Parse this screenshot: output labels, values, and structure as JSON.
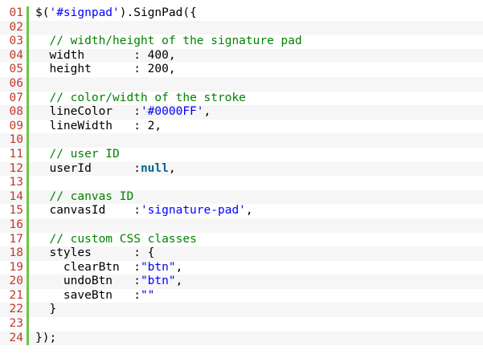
{
  "code": {
    "colors": {
      "line_number": "#c0392b",
      "gutter_bar": "#6cc644",
      "comment": "#008200",
      "string": "#0000ff",
      "keyword": "#006699",
      "alt_row": "#f6f6f6"
    },
    "lines": [
      {
        "number": "01",
        "tokens": [
          {
            "t": "plain",
            "v": "$("
          },
          {
            "t": "string",
            "v": "'#signpad'"
          },
          {
            "t": "plain",
            "v": ").SignPad({"
          }
        ]
      },
      {
        "number": "02",
        "tokens": []
      },
      {
        "number": "03",
        "tokens": [
          {
            "t": "plain",
            "v": "  "
          },
          {
            "t": "comment",
            "v": "// width/height of the signature pad"
          }
        ]
      },
      {
        "number": "04",
        "tokens": [
          {
            "t": "plain",
            "v": "  width       : 400,"
          }
        ]
      },
      {
        "number": "05",
        "tokens": [
          {
            "t": "plain",
            "v": "  height      : 200,"
          }
        ]
      },
      {
        "number": "06",
        "tokens": []
      },
      {
        "number": "07",
        "tokens": [
          {
            "t": "plain",
            "v": "  "
          },
          {
            "t": "comment",
            "v": "// color/width of the stroke"
          }
        ]
      },
      {
        "number": "08",
        "tokens": [
          {
            "t": "plain",
            "v": "  lineColor   :"
          },
          {
            "t": "string",
            "v": "'#0000FF'"
          },
          {
            "t": "plain",
            "v": ","
          }
        ]
      },
      {
        "number": "09",
        "tokens": [
          {
            "t": "plain",
            "v": "  lineWidth   : 2,"
          }
        ]
      },
      {
        "number": "10",
        "tokens": []
      },
      {
        "number": "11",
        "tokens": [
          {
            "t": "plain",
            "v": "  "
          },
          {
            "t": "comment",
            "v": "// user ID"
          }
        ]
      },
      {
        "number": "12",
        "tokens": [
          {
            "t": "plain",
            "v": "  userId      :"
          },
          {
            "t": "keyword",
            "v": "null"
          },
          {
            "t": "plain",
            "v": ","
          }
        ]
      },
      {
        "number": "13",
        "tokens": []
      },
      {
        "number": "14",
        "tokens": [
          {
            "t": "plain",
            "v": "  "
          },
          {
            "t": "comment",
            "v": "// canvas ID"
          }
        ]
      },
      {
        "number": "15",
        "tokens": [
          {
            "t": "plain",
            "v": "  canvasId    :"
          },
          {
            "t": "string",
            "v": "'signature-pad'"
          },
          {
            "t": "plain",
            "v": ","
          }
        ]
      },
      {
        "number": "16",
        "tokens": []
      },
      {
        "number": "17",
        "tokens": [
          {
            "t": "plain",
            "v": "  "
          },
          {
            "t": "comment",
            "v": "// custom CSS classes"
          }
        ]
      },
      {
        "number": "18",
        "tokens": [
          {
            "t": "plain",
            "v": "  styles      : {"
          }
        ]
      },
      {
        "number": "19",
        "tokens": [
          {
            "t": "plain",
            "v": "    clearBtn  :"
          },
          {
            "t": "string",
            "v": "\"btn\""
          },
          {
            "t": "plain",
            "v": ","
          }
        ]
      },
      {
        "number": "20",
        "tokens": [
          {
            "t": "plain",
            "v": "    undoBtn   :"
          },
          {
            "t": "string",
            "v": "\"btn\""
          },
          {
            "t": "plain",
            "v": ","
          }
        ]
      },
      {
        "number": "21",
        "tokens": [
          {
            "t": "plain",
            "v": "    saveBtn   :"
          },
          {
            "t": "string",
            "v": "\"\""
          }
        ]
      },
      {
        "number": "22",
        "tokens": [
          {
            "t": "plain",
            "v": "  }"
          }
        ]
      },
      {
        "number": "23",
        "tokens": []
      },
      {
        "number": "24",
        "tokens": [
          {
            "t": "plain",
            "v": "});"
          }
        ]
      }
    ]
  }
}
